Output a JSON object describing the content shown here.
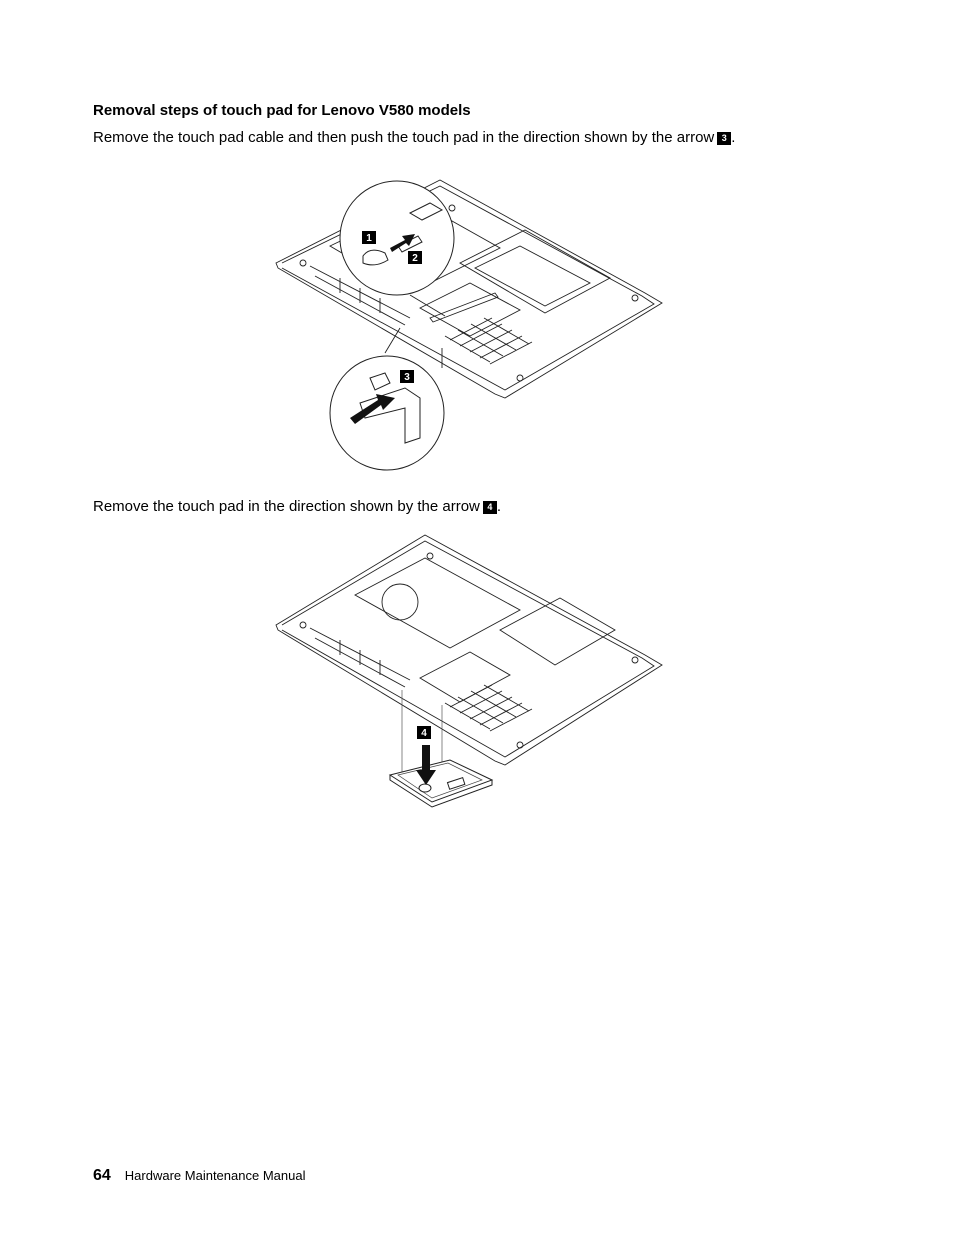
{
  "section": {
    "heading": "Removal steps of touch pad for Lenovo V580 models"
  },
  "steps": [
    {
      "text": "Remove the touch pad cable and then push the touch pad in the direction shown by the arrow",
      "badge": "3",
      "suffix": "."
    },
    {
      "text": "Remove the touch pad in the direction shown by the arrow",
      "badge": "4",
      "suffix": "."
    }
  ],
  "figure1": {
    "callouts": [
      "1",
      "2",
      "3"
    ]
  },
  "figure2": {
    "callouts": [
      "4"
    ]
  },
  "footer": {
    "page_number": "64",
    "manual_title": "Hardware Maintenance Manual"
  }
}
